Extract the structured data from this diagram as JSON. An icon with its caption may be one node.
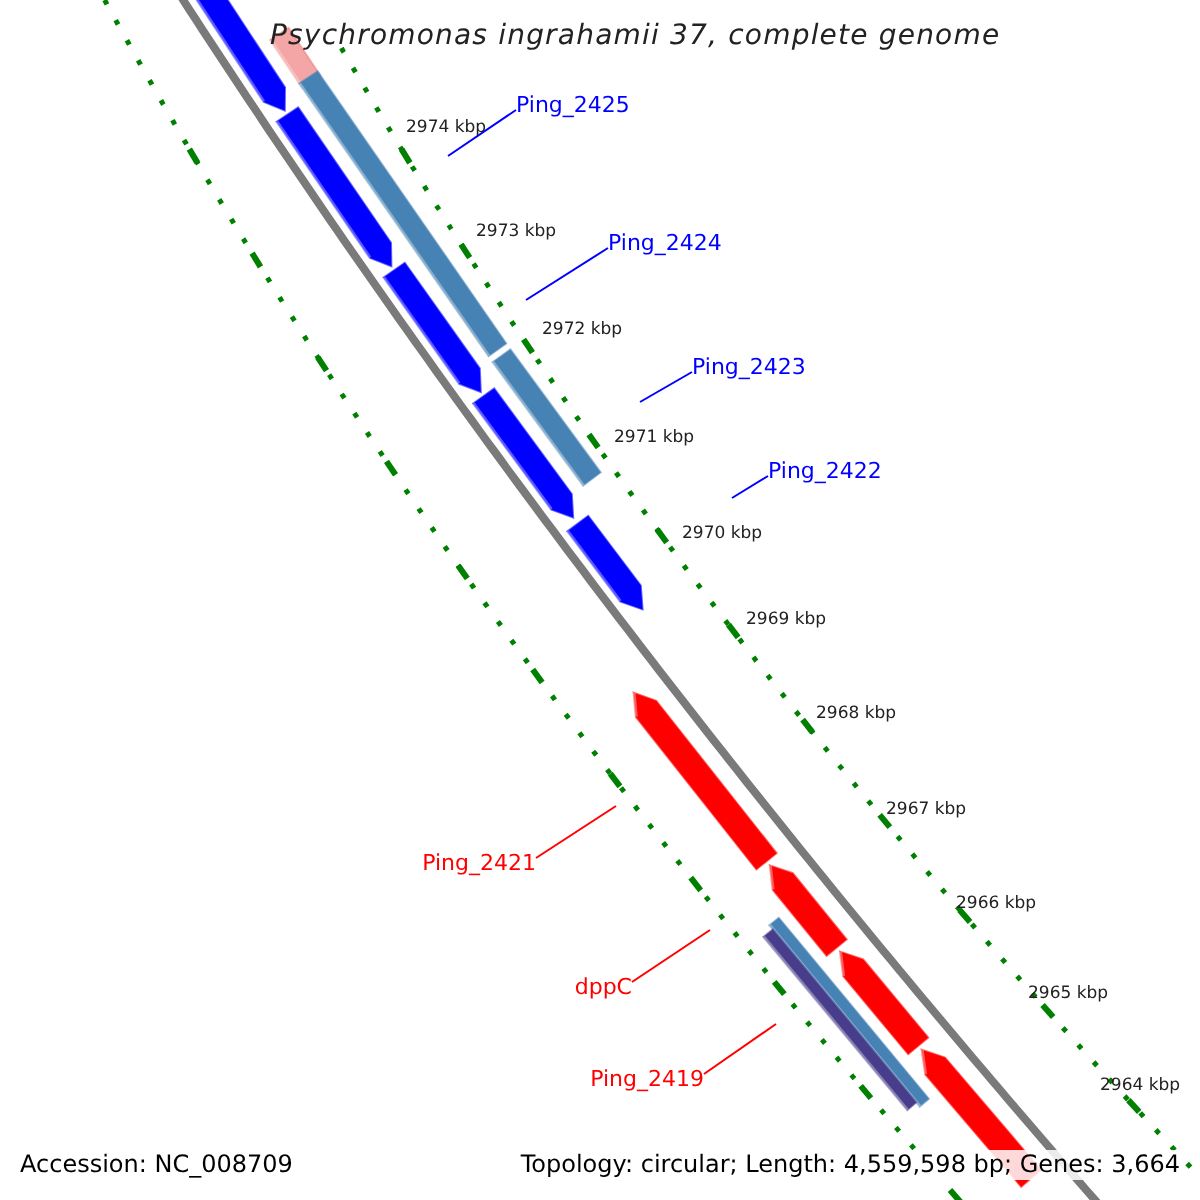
{
  "diagram": {
    "title": "Psychromonas ingrahamii 37, complete genome",
    "nodes": [
      {
        "text": [
          "Ping_2425"
        ]
      },
      {
        "text": [
          "Ping_2424"
        ]
      },
      {
        "text": [
          "Ping_2423"
        ]
      },
      {
        "text": [
          "Ping_2422"
        ]
      },
      {
        "text": [
          "Ping_2421"
        ]
      },
      {
        "text": [
          "dppC"
        ]
      },
      {
        "text": [
          "Ping_2419"
        ]
      },
      {
        "text": [],
        "shape": "bar"
      },
      {
        "text": [],
        "shape": "bar"
      },
      {
        "text": [],
        "shape": "bar"
      },
      {
        "text": [],
        "shape": "bar"
      },
      {
        "text": [],
        "shape": "bar"
      },
      {
        "text": [],
        "shape": "bar"
      },
      {
        "text": [],
        "shape": "bar"
      },
      {
        "text": [],
        "shape": "bar"
      },
      {
        "text": [],
        "shape": "bar"
      },
      {
        "text": [],
        "shape": "bar"
      },
      {
        "text": [],
        "shape": "bar"
      },
      {
        "text": [],
        "shape": "bar"
      },
      {
        "text": [],
        "shape": "bar"
      },
      {
        "text": [],
        "shape": "bar"
      }
    ],
    "edges": [
      {
        "from": 0,
        "to": null,
        "arrow": "none"
      },
      {
        "from": 1,
        "to": null,
        "arrow": "none"
      },
      {
        "from": 2,
        "to": null,
        "arrow": "none"
      },
      {
        "from": 3,
        "to": null,
        "arrow": "none"
      },
      {
        "from": 4,
        "to": null,
        "arrow": "none",
        "color": "#ff0000"
      },
      {
        "from": 5,
        "to": null,
        "arrow": "none",
        "color": "#ff0000"
      },
      {
        "from": 6,
        "to": null,
        "arrow": "none",
        "color": "#ff0000"
      }
    ],
    "labels": [
      "2974 kbp",
      "2973 kbp",
      "2972 kbp",
      "2971 kbp",
      "2970 kbp",
      "2969 kbp",
      "2968 kbp",
      "2967 kbp",
      "2966 kbp",
      "2965 kbp",
      "2964 kbp",
      "Accession: NC_008709",
      "Topology: circular; Length: 4,559,598 bp; Genes: 3,664"
    ]
  }
}
